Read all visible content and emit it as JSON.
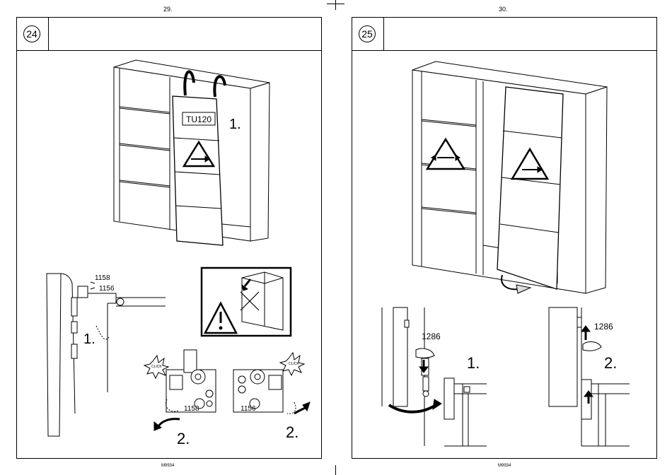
{
  "pages": {
    "left": {
      "page_number": "29.",
      "footer_code": "M9934",
      "step_number": "24",
      "model_label": "TU120",
      "callout_1": "1.",
      "part_1158": "1158",
      "part_1156": "1156",
      "detail_step_1": "1.",
      "click_text_left": "CLICK",
      "click_text_right": "CLICK",
      "clip_label_1158": "1158",
      "clip_label_1156": "1156",
      "step_2_left": "2.",
      "step_2_right": "2."
    },
    "right": {
      "page_number": "30.",
      "footer_code": "M9934",
      "step_number": "25",
      "part_1286_a": "1286",
      "part_1286_b": "1286",
      "step_1": "1.",
      "step_2": "2."
    }
  },
  "icons": [
    "caution-slide-icon",
    "caution-two-way-icon",
    "warning-exclamation-icon",
    "cross-out-icon",
    "curved-arrow-icon",
    "click-burst-icon",
    "hand-icon",
    "down-arrow-icon",
    "up-arrow-icon"
  ],
  "colors": {
    "line": "#000000",
    "paper": "#ffffff",
    "shade": "#dddddd"
  }
}
